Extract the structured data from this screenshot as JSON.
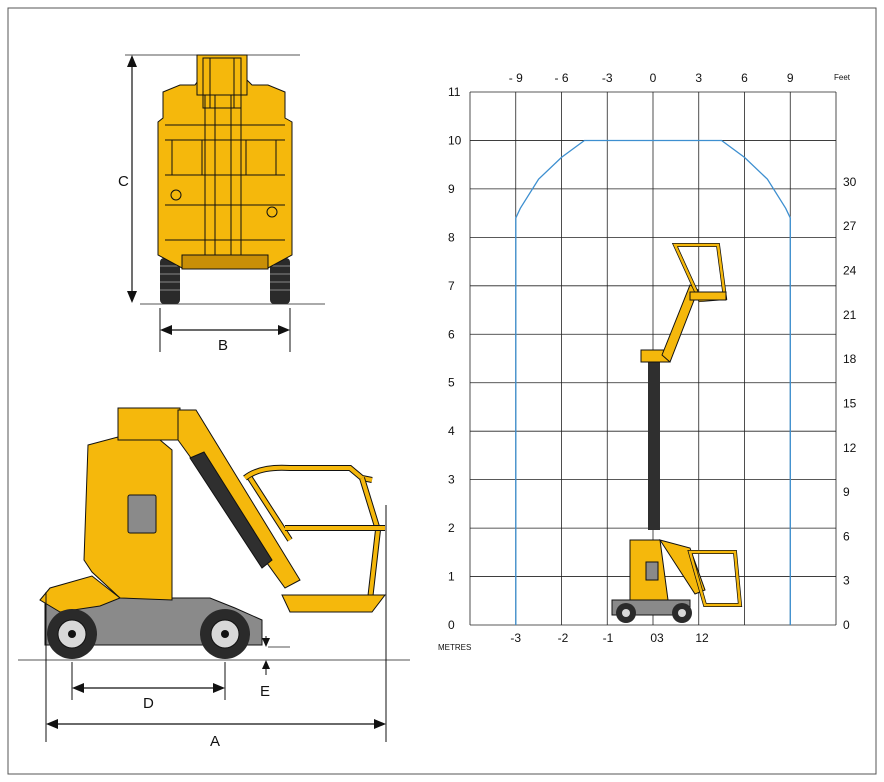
{
  "colors": {
    "machine_yellow": "#f5b80c",
    "machine_shadow": "#c98f07",
    "outline": "#111111",
    "tyre": "#2a2a2a",
    "chassis_gray": "#8a8a8a",
    "mast_dark": "#2f2f2f",
    "envelope_blue": "#3d8fd0",
    "grid_line": "#222222"
  },
  "dimension_labels": {
    "a": "A",
    "b": "B",
    "c": "C",
    "d": "D",
    "e": "E"
  },
  "chart": {
    "units_left": "METRES",
    "units_top": "Feet",
    "left_ticks": [
      "0",
      "1",
      "2",
      "3",
      "4",
      "5",
      "6",
      "7",
      "8",
      "9",
      "10",
      "11"
    ],
    "right_ticks": [
      "0",
      "3",
      "6",
      "9",
      "12",
      "15",
      "18",
      "21",
      "24",
      "27",
      "30"
    ],
    "top_ticks": [
      "- 9",
      "- 6",
      "-3",
      "0",
      "3",
      "6",
      "9"
    ],
    "bottom_ticks": [
      "-3",
      "-2",
      "-1",
      "03",
      "12"
    ]
  },
  "chart_data": {
    "type": "line",
    "series": [
      {
        "values_description_free": true,
        "x": [
          -3,
          -3,
          -2.9,
          -2.5,
          -2.0,
          -1.5,
          1.5,
          2.0,
          2.5,
          2.9,
          3,
          3
        ],
        "y": [
          0,
          8.4,
          8.6,
          9.2,
          9.65,
          10,
          10,
          9.65,
          9.2,
          8.6,
          8.4,
          0
        ]
      }
    ],
    "xlim": [
      -4.5,
      4.0
    ],
    "ylim": [
      0,
      11
    ],
    "grid": true
  }
}
